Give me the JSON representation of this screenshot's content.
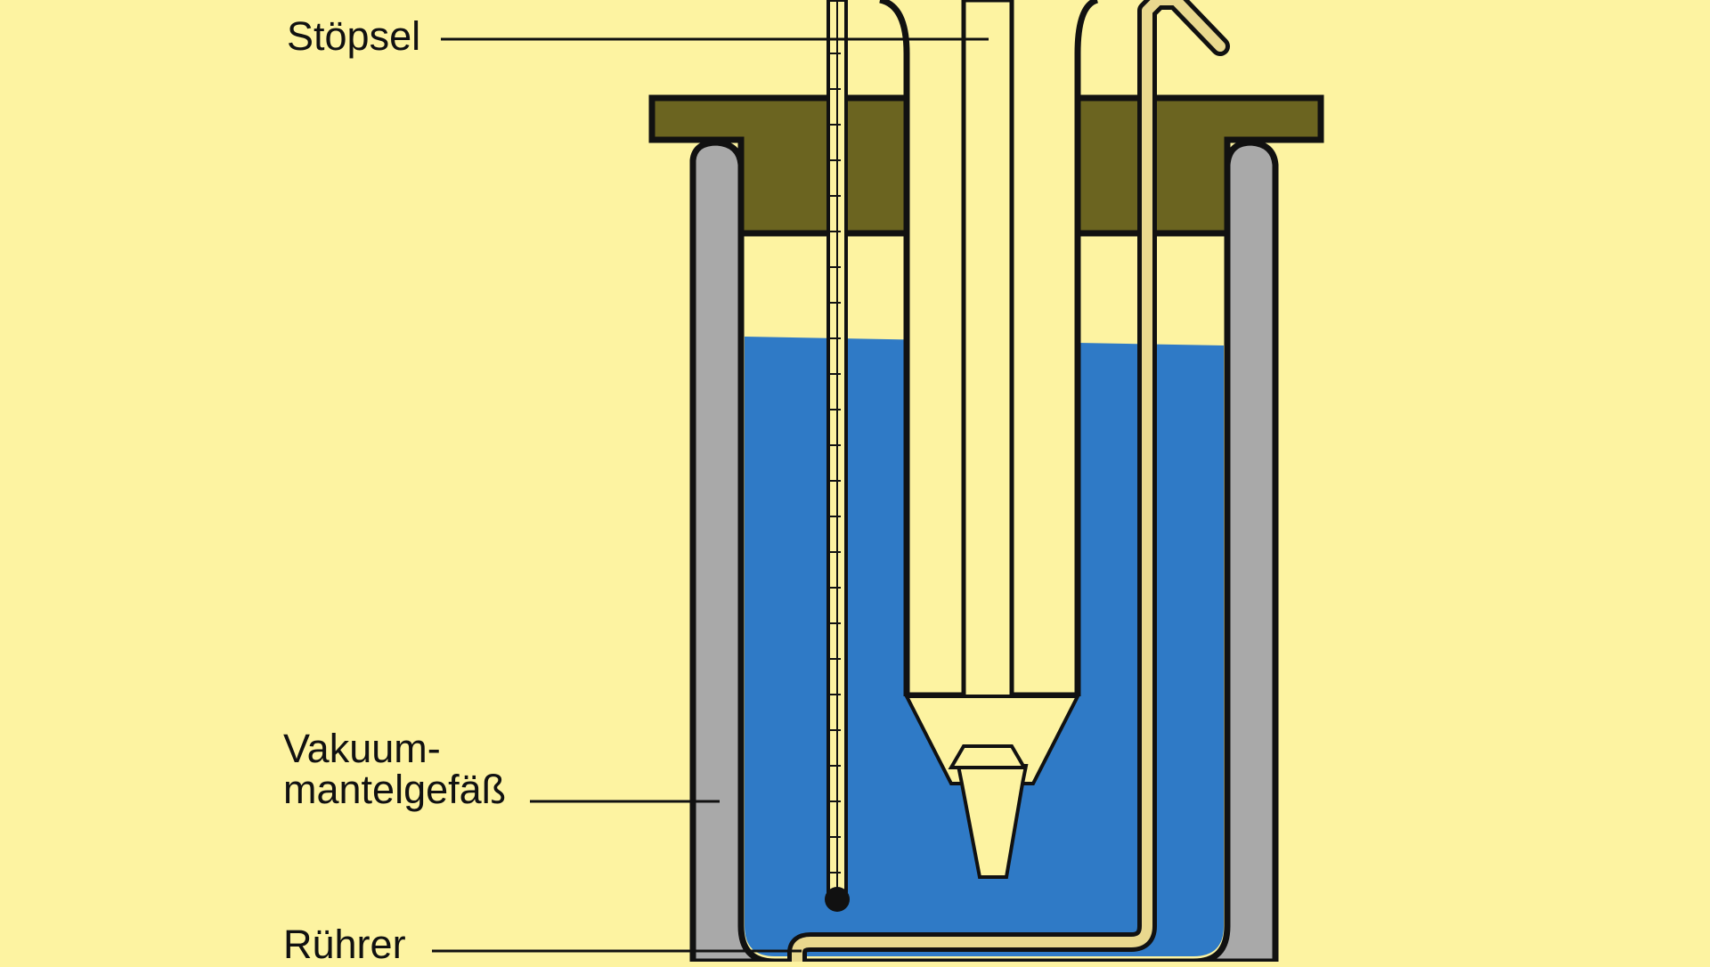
{
  "labels": {
    "stopper": "Stöpsel",
    "vacuum_line1": "Vakuum-",
    "vacuum_line2": "mantelgefäß",
    "stirrer": "Rührer"
  },
  "colors": {
    "background": "#fdf3a1",
    "water": "#2f7ac6",
    "vessel_wall": "#a9a9a9",
    "stopper": "#6b6420",
    "tube": "#fdf3a1",
    "outline": "#111111"
  }
}
